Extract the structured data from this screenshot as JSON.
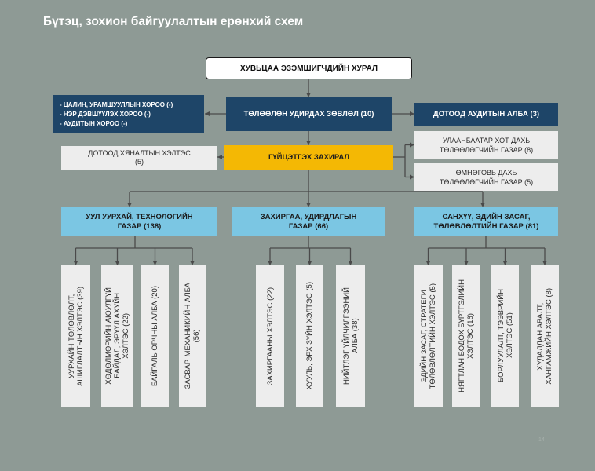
{
  "slide": {
    "title": "Бүтэц, зохион байгуулалтын ерөнхий схем",
    "page_number": "14",
    "colors": {
      "background": "#8e9a95",
      "title_text": "#ffffff",
      "navy_box": "#1e4568",
      "yellow_box": "#f4b804",
      "sky_box": "#7bc6e3",
      "light_box": "#ededed",
      "connector": "#4a4a4a"
    }
  },
  "org_chart": {
    "shareholders_meeting": "ХУВЬЦАА ЭЗЭМШИГЧДИЙН ХУРАЛ",
    "board_committees": [
      "- ЦАЛИН, УРАМШУУЛЛЫН ХОРОО (-)",
      "- НЭР ДЭВШҮҮЛЭХ ХОРОО (-)",
      "- АУДИТЫН ХОРОО (-)"
    ],
    "board_of_directors": "ТӨЛӨӨЛӨН УДИРДАХ ЗӨВЛӨЛ (10)",
    "internal_audit": "ДОТООД АУДИТЫН АЛБА (3)",
    "internal_control": "ДОТООД ХЯНАЛТЫН ХЭЛТЭС\n(5)",
    "ceo": "ГҮЙЦЭТГЭХ ЗАХИРАЛ",
    "representative_offices": [
      "УЛААНБААТАР ХОТ ДАХЬ\nТӨЛӨӨЛӨГЧИЙН ГАЗАР (8)",
      "ӨМНӨГОВЬ ДАХЬ\nТӨЛӨӨЛӨГЧИЙН ГАЗАР (5)"
    ],
    "divisions": [
      {
        "name": "УУЛ УУРХАЙ, ТЕХНОЛОГИЙН\nГАЗАР (138)",
        "units": [
          "УУРХАЙН ТӨЛӨВЛӨЛТ,\nАШИГЛАЛТЫН ХЭЛТЭС (39)",
          "ХӨДӨЛМӨРИЙН АЮУЛГҮЙ\nБАЙДАЛ, ЭРҮҮЛ АХУЙН\nХЭЛТЭС (22)",
          "БАЙГАЛЬ ОРЧНЫ АЛБА (20)",
          "ЗАСВАР, МЕХАНИКИЙН АЛБА\n(56)"
        ]
      },
      {
        "name": "ЗАХИРГАА, УДИРДЛАГЫН\nГАЗАР (66)",
        "units": [
          "ЗАХИРГААНЫ ХЭЛТЭС (22)",
          "ХУУЛЬ, ЭРХ ЗҮЙН ХЭЛТЭС (5)",
          "НИЙТЛЭГ ҮЙЛЧИЛГЭЭНИЙ\nАЛБА (38)"
        ]
      },
      {
        "name": "САНХҮҮ, ЭДИЙН ЗАСАГ,\nТӨЛӨВЛӨЛТИЙН ГАЗАР (81)",
        "units": [
          "ЭДИЙН ЗАСАГ, СТРАТЕГИ\nТӨЛӨВЛӨЛТИЙН ХЭЛТЭС (5)",
          "НЯГТЛАН БОДОХ БҮРТГЭЛИЙН\nХЭЛТЭС (16)",
          "БОРЛУУЛАЛТ, ТЭЭВРИЙН\nХЭЛТЭС (51)",
          "ХУДАЛДАН АВАЛТ,\nХАНГАМЖИЙН ХЭЛТЭС (8)"
        ]
      }
    ]
  }
}
